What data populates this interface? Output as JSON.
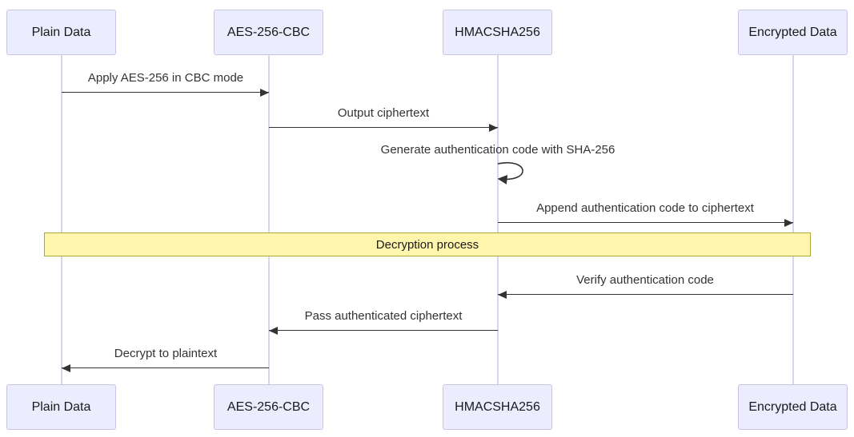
{
  "diagram": {
    "type": "sequence-diagram",
    "colors": {
      "actor_fill": "#ececff",
      "actor_border": "#c8c4e6",
      "lifeline": "#d9d5ea",
      "arrow": "#333333",
      "divider_fill": "#fff5ad",
      "divider_border": "#aaaa33"
    }
  },
  "actors": [
    {
      "label": "Plain Data"
    },
    {
      "label": "AES-256-CBC"
    },
    {
      "label": "HMACSHA256"
    },
    {
      "label": "Encrypted Data"
    }
  ],
  "messages": [
    {
      "label": "Apply AES-256 in CBC mode",
      "from": "Plain Data",
      "to": "AES-256-CBC",
      "direction": "right"
    },
    {
      "label": "Output ciphertext",
      "from": "AES-256-CBC",
      "to": "HMACSHA256",
      "direction": "right"
    },
    {
      "label": "Generate authentication code with SHA-256",
      "from": "HMACSHA256",
      "to": "HMACSHA256",
      "direction": "self"
    },
    {
      "label": "Append authentication code to ciphertext",
      "from": "HMACSHA256",
      "to": "Encrypted Data",
      "direction": "right"
    },
    {
      "label": "Verify authentication code",
      "from": "Encrypted Data",
      "to": "HMACSHA256",
      "direction": "left"
    },
    {
      "label": "Pass authenticated ciphertext",
      "from": "HMACSHA256",
      "to": "AES-256-CBC",
      "direction": "left"
    },
    {
      "label": "Decrypt to plaintext",
      "from": "AES-256-CBC",
      "to": "Plain Data",
      "direction": "left"
    }
  ],
  "divider": {
    "label": "Decryption process"
  }
}
